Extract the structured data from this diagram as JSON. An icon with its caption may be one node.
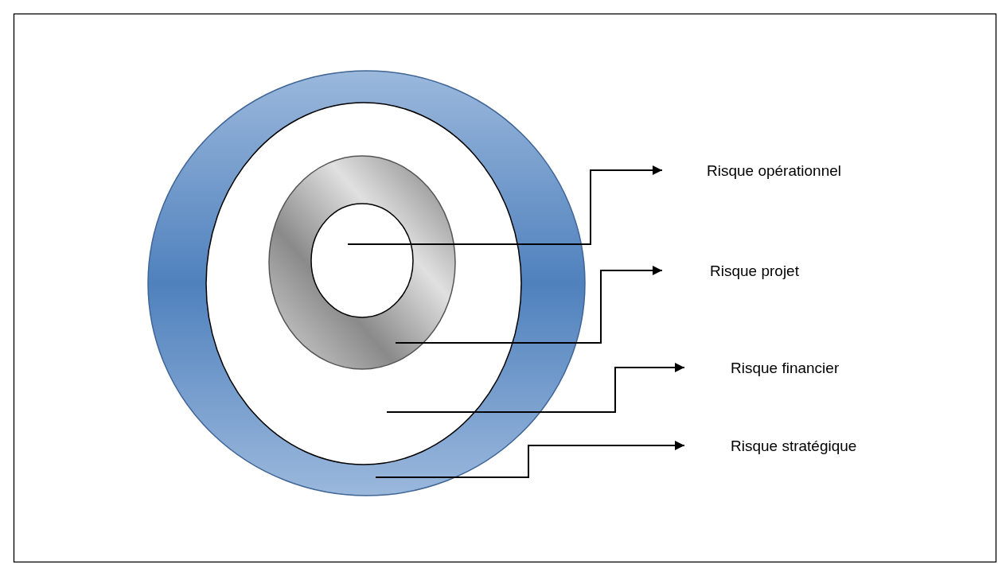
{
  "diagram": {
    "nodes": [
      {
        "text": [],
        "shape": "circle"
      },
      {
        "text": [],
        "shape": "circle",
        "in": 0
      },
      {
        "text": [],
        "shape": "circle",
        "in": 1
      },
      {
        "text": [],
        "shape": "circle",
        "in": 2
      },
      {
        "text": [
          "Risque opérationnel"
        ]
      },
      {
        "text": [
          "Risque projet"
        ]
      },
      {
        "text": [
          "Risque financier"
        ]
      },
      {
        "text": [
          "Risque stratégique"
        ]
      }
    ],
    "edges": [
      {
        "from": 3,
        "to": 4,
        "arrow": "to"
      },
      {
        "from": 2,
        "to": 5,
        "arrow": "to"
      },
      {
        "from": 1,
        "to": 6,
        "arrow": "to"
      },
      {
        "from": 0,
        "to": 7,
        "arrow": "to"
      }
    ]
  }
}
